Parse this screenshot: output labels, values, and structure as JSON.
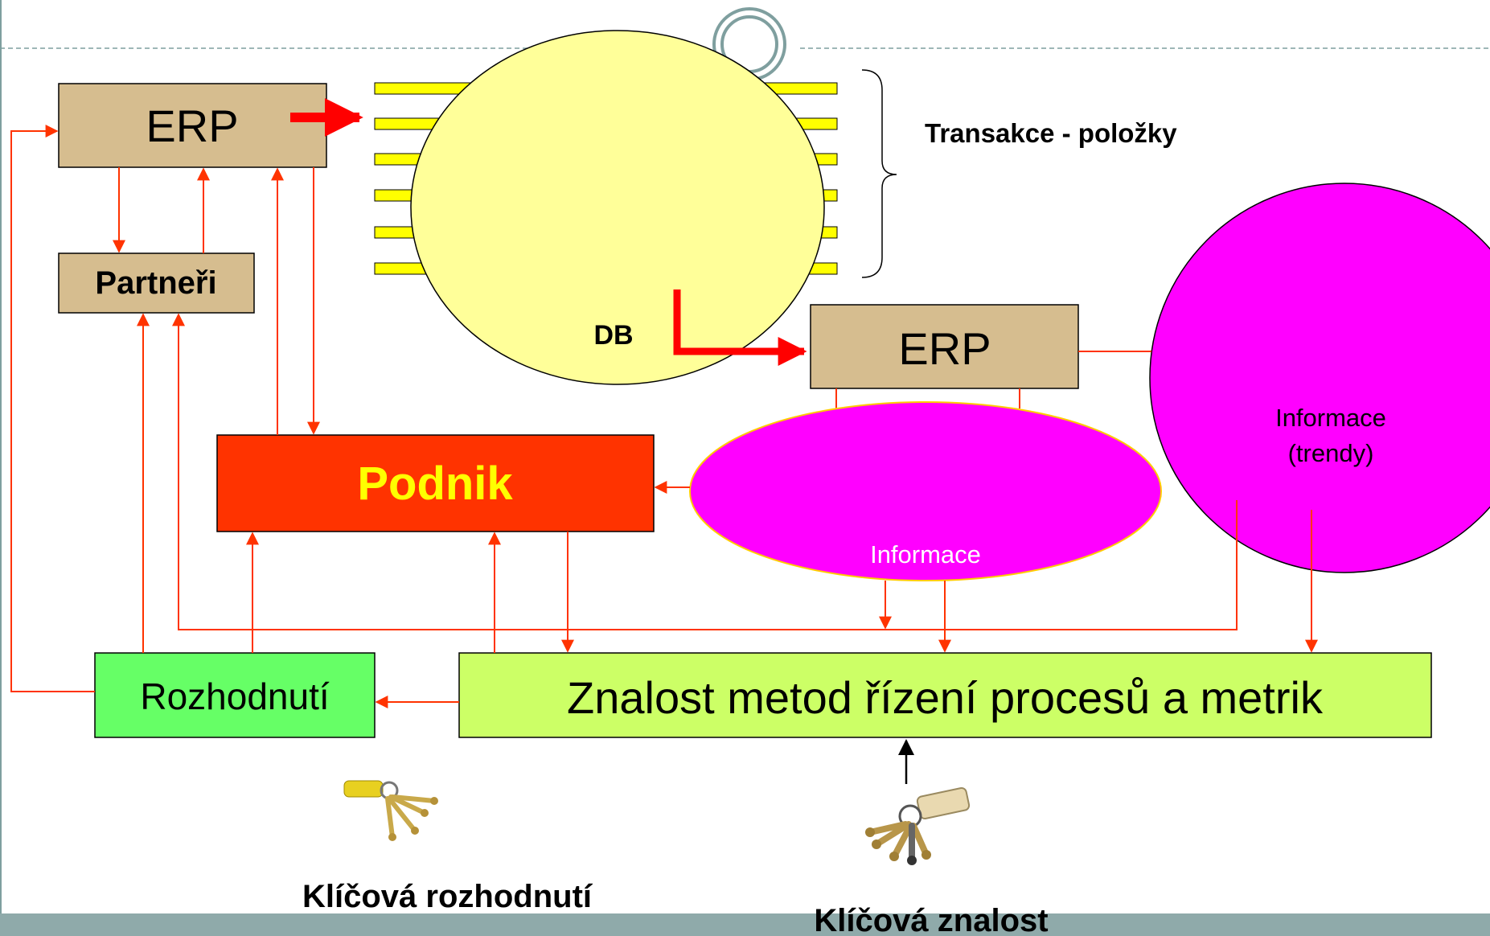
{
  "nodes": {
    "erp_top": "ERP",
    "partneri": "Partneři",
    "db": "DB",
    "transakce": "Transakce - položky",
    "erp_mid": "ERP",
    "podnik": "Podnik",
    "informace": "Informace",
    "informace_trendy_line1": "Informace",
    "informace_trendy_line2": "(trendy)",
    "rozhodnuti": "Rozhodnutí",
    "znalost": "Znalost metod řízení procesů a metrik"
  },
  "captions": {
    "klicova_rozhodnuti": "Klíčová rozhodnutí",
    "klicova_znalost": "Klíčová znalost"
  },
  "colors": {
    "tan_box": "#d6bd8f",
    "db_fill": "#ffff99",
    "transaction_bar": "#ffff00",
    "podnik_fill": "#ff3300",
    "podnik_text": "#ffff00",
    "info_fill": "#ff00ff",
    "rozhodnuti_fill": "#66ff66",
    "znalost_fill": "#ccff66",
    "arrow": "#ff3300",
    "bottom_band": "#8faaaa"
  },
  "icons": {
    "keys_small": "keys-with-yellow-tag-icon",
    "keys_large": "keys-with-keychain-icon"
  }
}
